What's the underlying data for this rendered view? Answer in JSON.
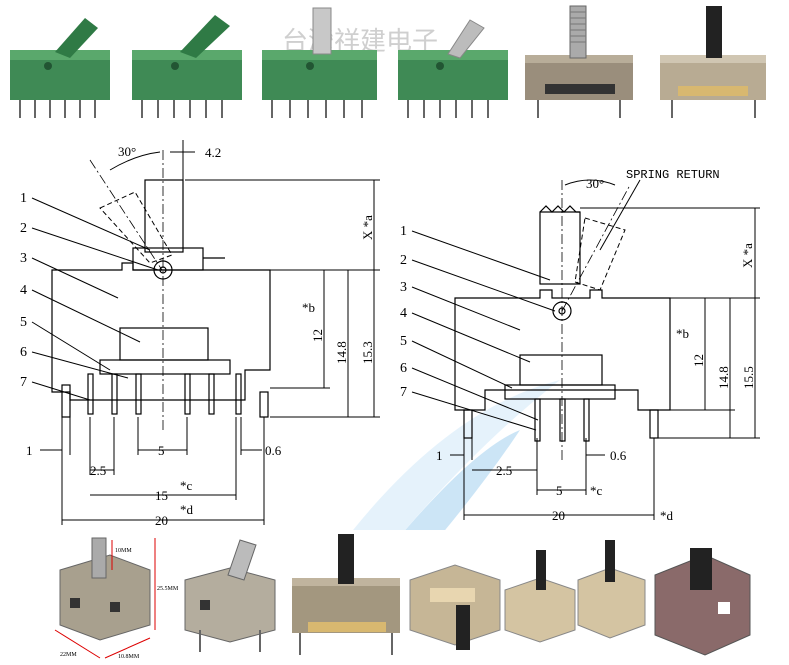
{
  "watermark": "台灣祥建电子",
  "left_drawing": {
    "callouts": [
      "1",
      "2",
      "3",
      "4",
      "5",
      "6",
      "7"
    ],
    "angle": "30°",
    "dims": {
      "top_offset": "4.2",
      "x_a": "X *a",
      "b": "*b",
      "h12": "12",
      "h148": "14.8",
      "h153": "15.3",
      "pin1": "1",
      "pin06": "0.6",
      "p25": "2.5",
      "p5": "5",
      "p15": "15",
      "c": "*c",
      "w20": "20",
      "d": "*d"
    }
  },
  "right_drawing": {
    "callouts": [
      "1",
      "2",
      "3",
      "4",
      "5",
      "6",
      "7"
    ],
    "angle": "30°",
    "spring": "SPRING RETURN",
    "dims": {
      "x_a": "X *a",
      "b": "*b",
      "h12": "12",
      "h148": "14.8",
      "h155": "15.5",
      "pin1": "1",
      "p25": "2.5",
      "pin06": "0.6",
      "p5": "5",
      "c": "*c",
      "w20": "20",
      "d": "*d"
    }
  },
  "photo_annotations": {
    "a1": "10MM",
    "a2": "25.5MM",
    "a3": "22MM",
    "a4": "10.8MM"
  }
}
